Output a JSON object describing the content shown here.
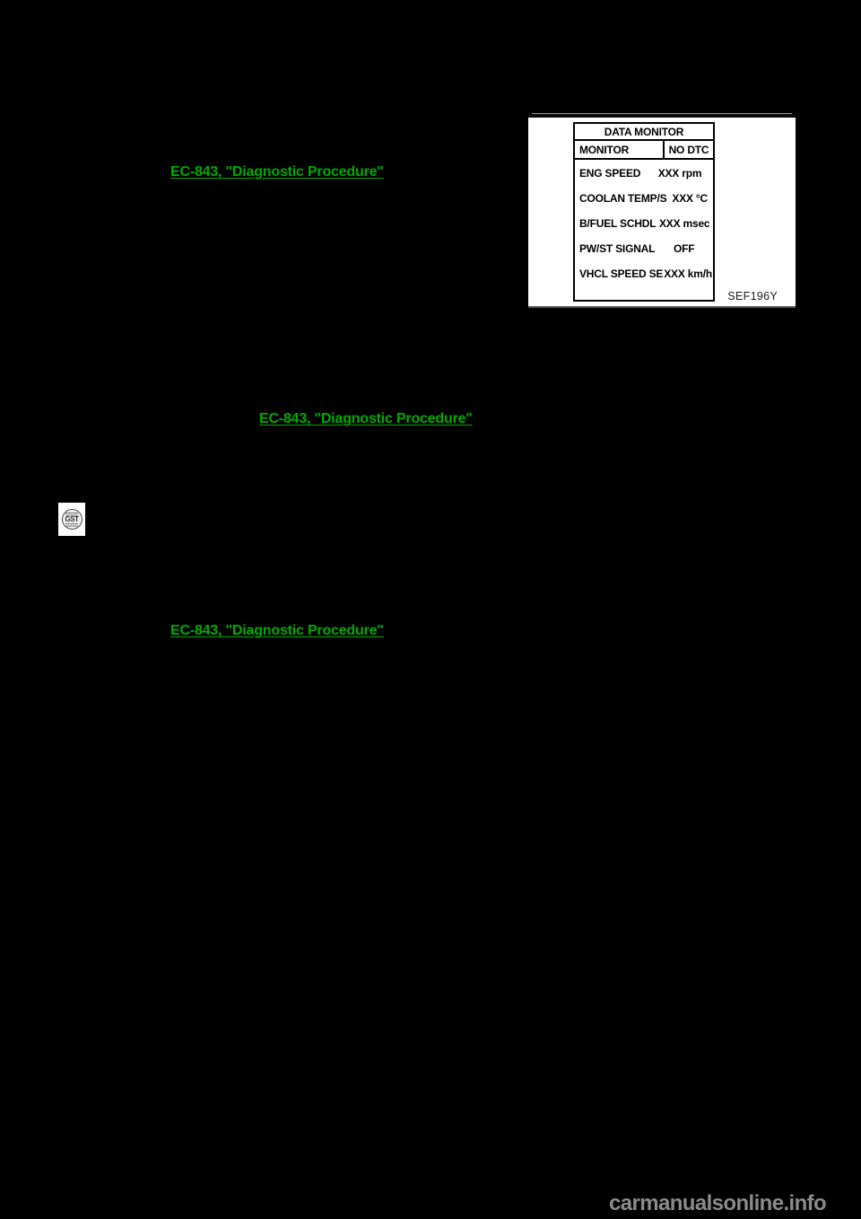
{
  "page": {
    "background_color": "#000000",
    "link_color": "#00ab00"
  },
  "links": [
    {
      "label": "EC-843, \"Diagnostic Procedure\""
    },
    {
      "label": "EC-843, \"Diagnostic Procedure\""
    },
    {
      "label": "EC-843, \"Diagnostic Procedure\""
    }
  ],
  "figure": {
    "caption": "SEF196Y",
    "table": {
      "title": "DATA MONITOR",
      "header": {
        "left": "MONITOR",
        "right": "NO DTC"
      },
      "rows": [
        {
          "label": "ENG SPEED",
          "value": "XXX rpm"
        },
        {
          "label": "COOLAN TEMP/S",
          "value": "XXX °C"
        },
        {
          "label": "B/FUEL SCHDL",
          "value": "XXX msec"
        },
        {
          "label": "PW/ST SIGNAL",
          "value": "OFF"
        },
        {
          "label": "VHCL SPEED SE",
          "value": "XXX km/h"
        }
      ]
    }
  },
  "gst_icon": {
    "label": "GST"
  },
  "watermark": {
    "text": "carmanualsonline.info",
    "color": "#8b8b8b"
  }
}
